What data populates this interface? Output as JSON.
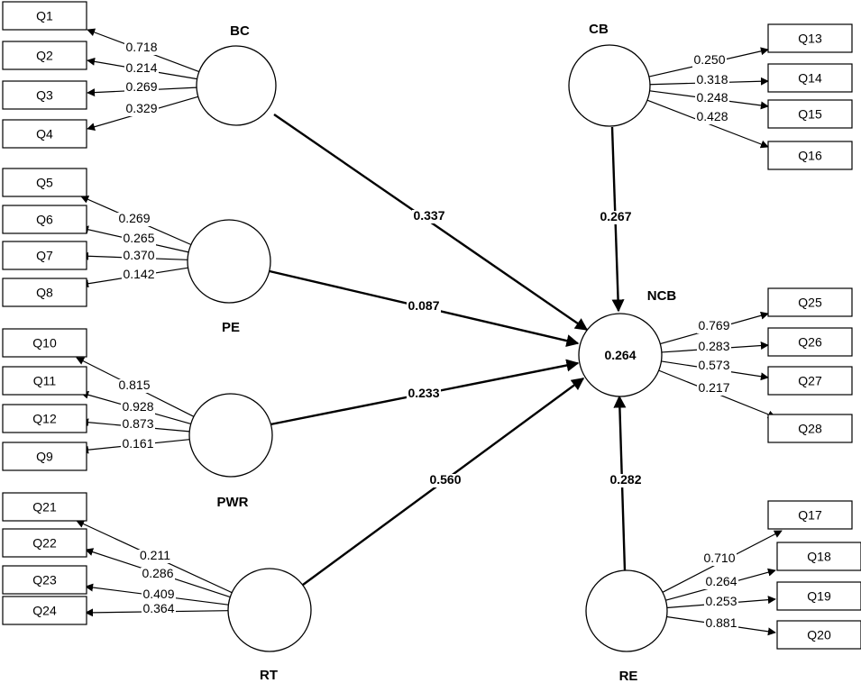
{
  "constructs": {
    "BC": {
      "name": "BC"
    },
    "PE": {
      "name": "PE"
    },
    "PWR": {
      "name": "PWR"
    },
    "RT": {
      "name": "RT"
    },
    "CB": {
      "name": "CB"
    },
    "NCB": {
      "name": "NCB",
      "r2": "0.264"
    },
    "RE": {
      "name": "RE"
    }
  },
  "indicators": {
    "BC": [
      {
        "label": "Q1",
        "loading": "0.718"
      },
      {
        "label": "Q2",
        "loading": "0.214"
      },
      {
        "label": "Q3",
        "loading": "0.269"
      },
      {
        "label": "Q4",
        "loading": "0.329"
      }
    ],
    "PE": [
      {
        "label": "Q5",
        "loading": "0.269"
      },
      {
        "label": "Q6",
        "loading": "0.265"
      },
      {
        "label": "Q7",
        "loading": "0.370"
      },
      {
        "label": "Q8",
        "loading": "0.142"
      }
    ],
    "PWR": [
      {
        "label": "Q10",
        "loading": "0.815"
      },
      {
        "label": "Q11",
        "loading": "0.928"
      },
      {
        "label": "Q12",
        "loading": "0.873"
      },
      {
        "label": "Q9",
        "loading": "0.161"
      }
    ],
    "RT": [
      {
        "label": "Q21",
        "loading": "0.211"
      },
      {
        "label": "Q22",
        "loading": "0.286"
      },
      {
        "label": "Q23",
        "loading": "0.409"
      },
      {
        "label": "Q24",
        "loading": "0.364"
      }
    ],
    "CB": [
      {
        "label": "Q13",
        "loading": "0.250"
      },
      {
        "label": "Q14",
        "loading": "0.318"
      },
      {
        "label": "Q15",
        "loading": "0.248"
      },
      {
        "label": "Q16",
        "loading": "0.428"
      }
    ],
    "NCB": [
      {
        "label": "Q25",
        "loading": "0.769"
      },
      {
        "label": "Q26",
        "loading": "0.283"
      },
      {
        "label": "Q27",
        "loading": "0.573"
      },
      {
        "label": "Q28",
        "loading": "0.217"
      }
    ],
    "RE": [
      {
        "label": "Q17",
        "loading": "0.710"
      },
      {
        "label": "Q18",
        "loading": "0.264"
      },
      {
        "label": "Q19",
        "loading": "0.253"
      },
      {
        "label": "Q20",
        "loading": "0.881"
      }
    ]
  },
  "paths": {
    "BC_NCB": "0.337",
    "PE_NCB": "0.087",
    "PWR_NCB": "0.233",
    "RT_NCB": "0.560",
    "CB_NCB": "0.267",
    "RE_NCB": "0.282"
  }
}
